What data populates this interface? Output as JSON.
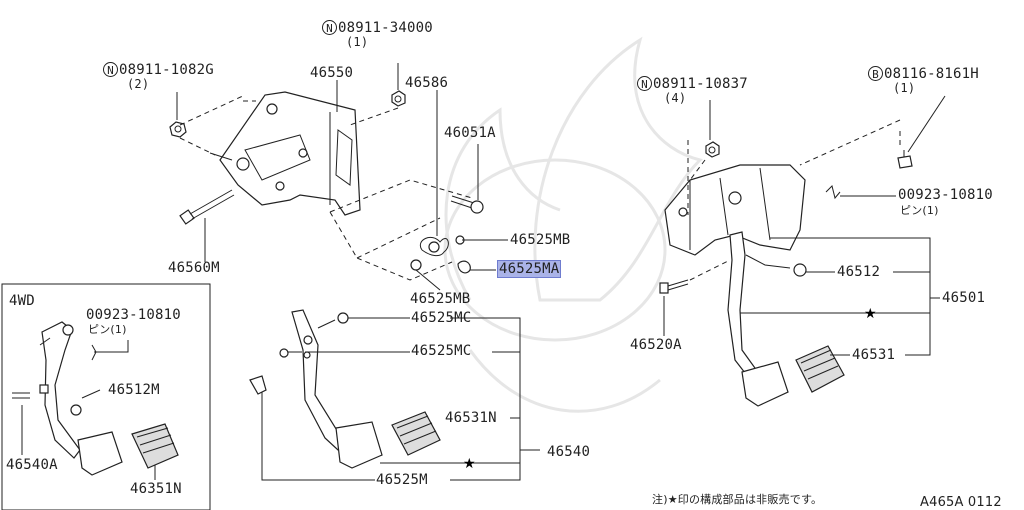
{
  "labels": {
    "bolt_34000": "08911-34000",
    "bolt_34000_qty": "(1)",
    "bolt_1082g": "08911-1082G",
    "bolt_1082g_qty": "(2)",
    "p46550": "46550",
    "p46586": "46586",
    "p46051a": "46051A",
    "p46525mb_a": "46525MB",
    "p46525ma": "46525MA",
    "p46525mb_b": "46525MB",
    "p46560m": "46560M",
    "p46525mc_a": "46525MC",
    "p46525mc_b": "46525MC",
    "p46531n": "46531N",
    "p46540": "46540",
    "p46525m": "46525M",
    "inset_title": "4WD",
    "inset_pin": "00923-10810",
    "inset_pin_qty": "ピン(1)",
    "p46512m": "46512M",
    "p46540a": "46540A",
    "p46351n": "46351N",
    "bolt_10837": "08911-10837",
    "bolt_10837_qty": "(4)",
    "bolt_8161h": "08116-8161H",
    "bolt_8161h_qty": "(1)",
    "r_pin": "00923-10810",
    "r_pin_qty": "ピン(1)",
    "p46512": "46512",
    "p46501": "46501",
    "p46520a": "46520A",
    "p46531": "46531",
    "note": "注)★印の構成部品は非販売です。",
    "diagram_code": "A465A 0112",
    "n_mark": "N",
    "b_mark": "B"
  },
  "highlight_color": "#aab3e8"
}
